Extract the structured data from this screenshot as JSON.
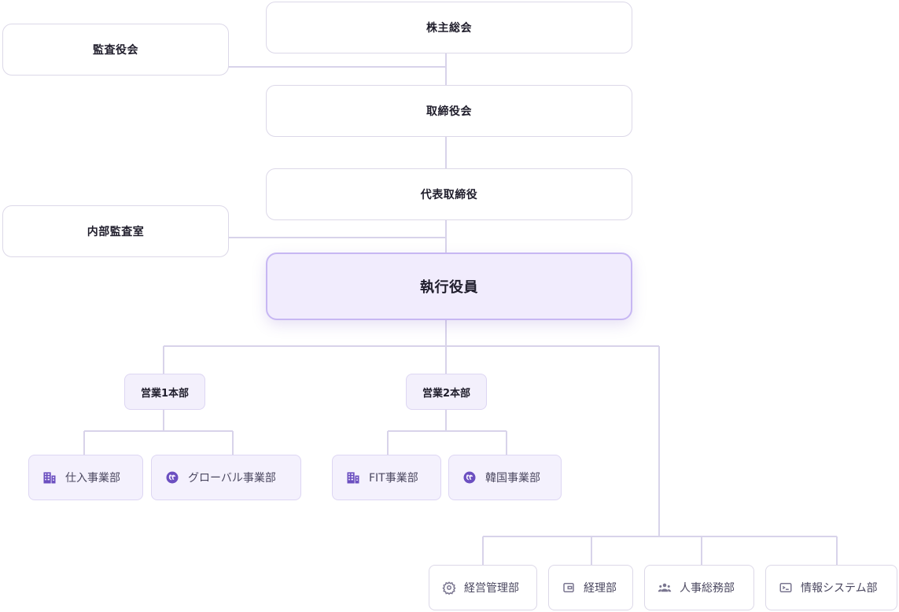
{
  "chart": {
    "shareholders_meeting": "株主総会",
    "auditor": "監査役会",
    "board": "取締役会",
    "ceo": "代表取締役",
    "internal_audit": "内部監査室",
    "executive_officers": "執行役員"
  },
  "sales1": {
    "label": "営業1本部",
    "divisions": [
      {
        "label": "仕入事業部",
        "icon": "building-icon"
      },
      {
        "label": "グローバル事業部",
        "icon": "globe-icon"
      }
    ]
  },
  "sales2": {
    "label": "営業2本部",
    "divisions": [
      {
        "label": "FIT事業部",
        "icon": "building-icon"
      },
      {
        "label": "韓国事業部",
        "icon": "globe-icon"
      }
    ]
  },
  "corporate": [
    {
      "label": "経営管理部",
      "icon": "gear-icon"
    },
    {
      "label": "経理部",
      "icon": "wallet-icon"
    },
    {
      "label": "人事総務部",
      "icon": "people-icon"
    },
    {
      "label": "情報システム部",
      "icon": "terminal-icon"
    }
  ],
  "colors": {
    "accent": "#6b4fc0",
    "exec_fill": "#f1ecfd",
    "connector": "#d8d3ea"
  }
}
